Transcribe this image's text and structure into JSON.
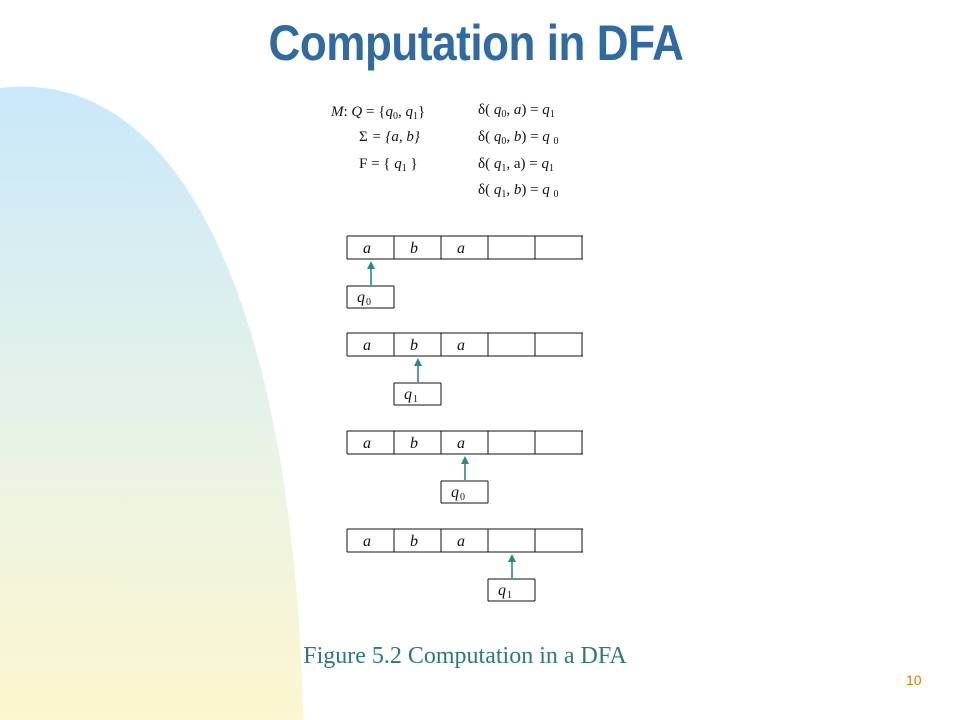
{
  "slide": {
    "title": "Computation in DFA",
    "caption": "Figure 5.2 Computation in a DFA",
    "page_number": "10"
  },
  "definition": {
    "m_prefix": "M",
    "q_set": {
      "label": "Q",
      "open": "{",
      "q0": "q",
      "q0_sub": "0",
      "sep": ",",
      "q1": "q",
      "q1_sub": "1",
      "close": "}"
    },
    "sigma": {
      "symbol": "Σ",
      "value": "= {a, b}"
    },
    "final": {
      "label": "F",
      "open": "= {",
      "q": "q",
      "q_sub": "1",
      "close": "}"
    },
    "transitions": [
      {
        "delta": "δ",
        "state": "q",
        "state_sub": "0",
        "input": "a",
        "result": "q",
        "result_sub": "1"
      },
      {
        "delta": "δ",
        "state": "q",
        "state_sub": "0",
        "input": "b",
        "result": "q",
        "result_sub": "0"
      },
      {
        "delta": "δ",
        "state": "q",
        "state_sub": "1",
        "input": "a",
        "result": "q",
        "result_sub": "1"
      },
      {
        "delta": "δ",
        "state": "q",
        "state_sub": "1",
        "input": "b",
        "result": "q",
        "result_sub": "0"
      }
    ]
  },
  "steps": [
    {
      "tape": [
        "a",
        "b",
        "a",
        "",
        ""
      ],
      "head_index": 0,
      "state": "q",
      "state_sub": "0"
    },
    {
      "tape": [
        "a",
        "b",
        "a",
        "",
        ""
      ],
      "head_index": 1,
      "state": "q",
      "state_sub": "1"
    },
    {
      "tape": [
        "a",
        "b",
        "a",
        "",
        ""
      ],
      "head_index": 2,
      "state": "q",
      "state_sub": "0"
    },
    {
      "tape": [
        "a",
        "b",
        "a",
        "",
        ""
      ],
      "head_index": 3,
      "state": "q",
      "state_sub": "1"
    }
  ],
  "colors": {
    "title": "#2f6aa0",
    "caption": "#2e7a72",
    "arrow": "#2a8a84",
    "page_number": "#e07b00",
    "gradient_top": "#c9e8fb",
    "gradient_bottom": "#fdf6cf"
  }
}
